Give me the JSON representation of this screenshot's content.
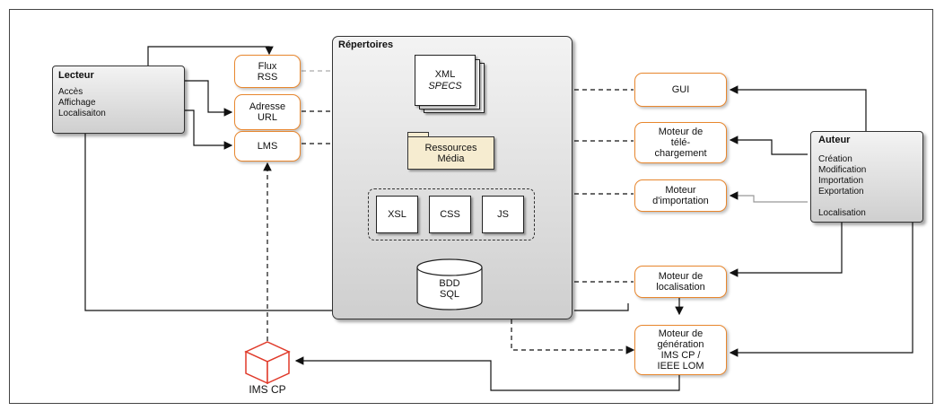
{
  "lecteur": {
    "title": "Lecteur",
    "lines": [
      "Accès",
      "Affichage",
      "Localisaiton"
    ]
  },
  "auteur": {
    "title": "Auteur",
    "lines": [
      "Création",
      "Modification",
      "Importation",
      "Exportation",
      "",
      "Localisation"
    ]
  },
  "repertoires": {
    "title": "Répertoires"
  },
  "xml": {
    "line1": "XML",
    "line2": "SPECS"
  },
  "ressources": {
    "label": "Ressources\nMédia"
  },
  "templates": {
    "xsl": "XSL",
    "css": "CSS",
    "js": "JS"
  },
  "bdd": {
    "label": "BDD\nSQL"
  },
  "left_nodes": {
    "rss": "Flux\nRSS",
    "url": "Adresse\nURL",
    "lms": "LMS"
  },
  "right_nodes": {
    "gui": "GUI",
    "telechargement": "Moteur de\ntélé-\nchargement",
    "importation": "Moteur\nd'importation",
    "localisation": "Moteur de\nlocalisation",
    "generation": "Moteur de\ngénération\nIMS CP /\nIEEE LOM"
  },
  "ims_cp": {
    "label": "IMS CP"
  },
  "colors": {
    "accent_orange": "#e8872e",
    "ims_red": "#e03a2a",
    "resource_fill": "#f6ecd0"
  }
}
